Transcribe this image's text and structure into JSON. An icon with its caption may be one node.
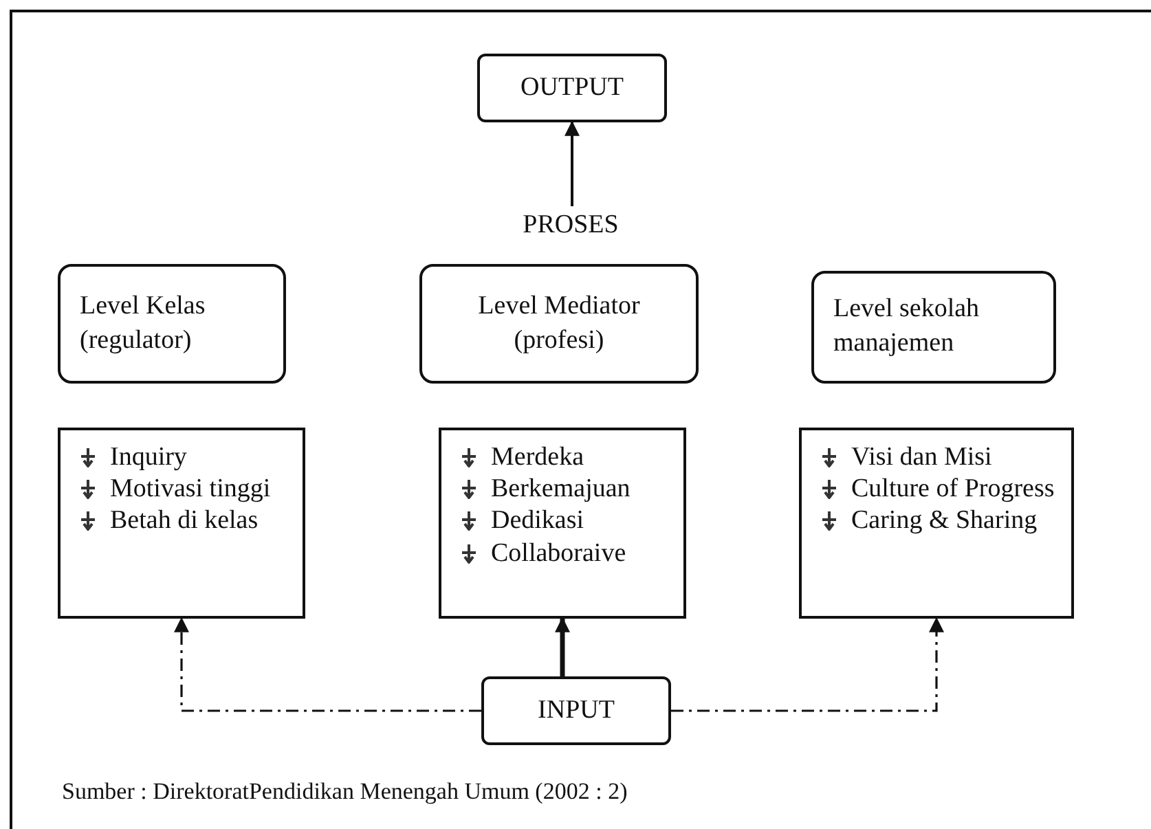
{
  "diagram": {
    "nodes": [
      {
        "text": [
          "OUTPUT"
        ]
      },
      {
        "text": [
          "PROSES"
        ]
      },
      {
        "text": [
          "Level Kelas (regulator)"
        ]
      },
      {
        "text": [
          "Level Mediator (profesi)"
        ]
      },
      {
        "text": [
          "Level sekolah manajemen"
        ]
      },
      {
        "text": [
          "Inquiry",
          "Motivasi tinggi",
          "Betah di kelas"
        ]
      },
      {
        "text": [
          "Merdeka",
          "Berkemajuan",
          "Dedikasi",
          "Collaboraive"
        ]
      },
      {
        "text": [
          "Visi dan Misi",
          "Culture of Progress",
          "Caring  & Sharing"
        ]
      },
      {
        "text": [
          "INPUT"
        ]
      }
    ],
    "edges": [
      {
        "from": 1,
        "to": 0,
        "arrow": "to"
      },
      {
        "from": 8,
        "to": 5,
        "arrow": "to",
        "style": "dashed"
      },
      {
        "from": 8,
        "to": 6,
        "arrow": "to",
        "style": "thick"
      },
      {
        "from": 8,
        "to": 7,
        "arrow": "to",
        "style": "dashed"
      }
    ],
    "caption": "Sumber : DirektoratPendidikan Menengah Umum (2002 : 2)"
  }
}
